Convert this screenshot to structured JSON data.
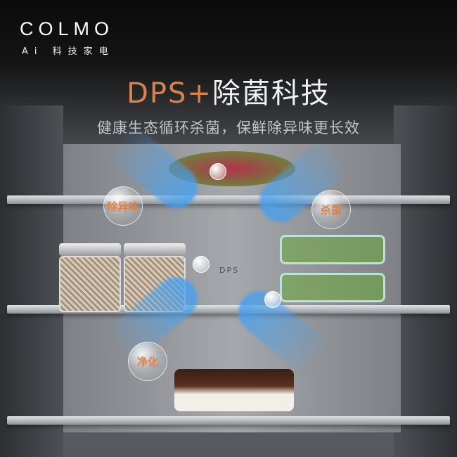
{
  "brand": {
    "name": "COLMO",
    "tagline": "Ai 科技家电"
  },
  "headline": {
    "accent": "DPS+",
    "main": "除菌科技"
  },
  "subtitle": "健康生态循环杀菌，保鲜除异味更长效",
  "bubbles": {
    "deodorize": "除异味",
    "sterilize": "杀菌",
    "purify": "净化"
  },
  "panel_label": "DPS",
  "colors": {
    "accent": "#d9824a",
    "arrow": "#46a0f0"
  }
}
